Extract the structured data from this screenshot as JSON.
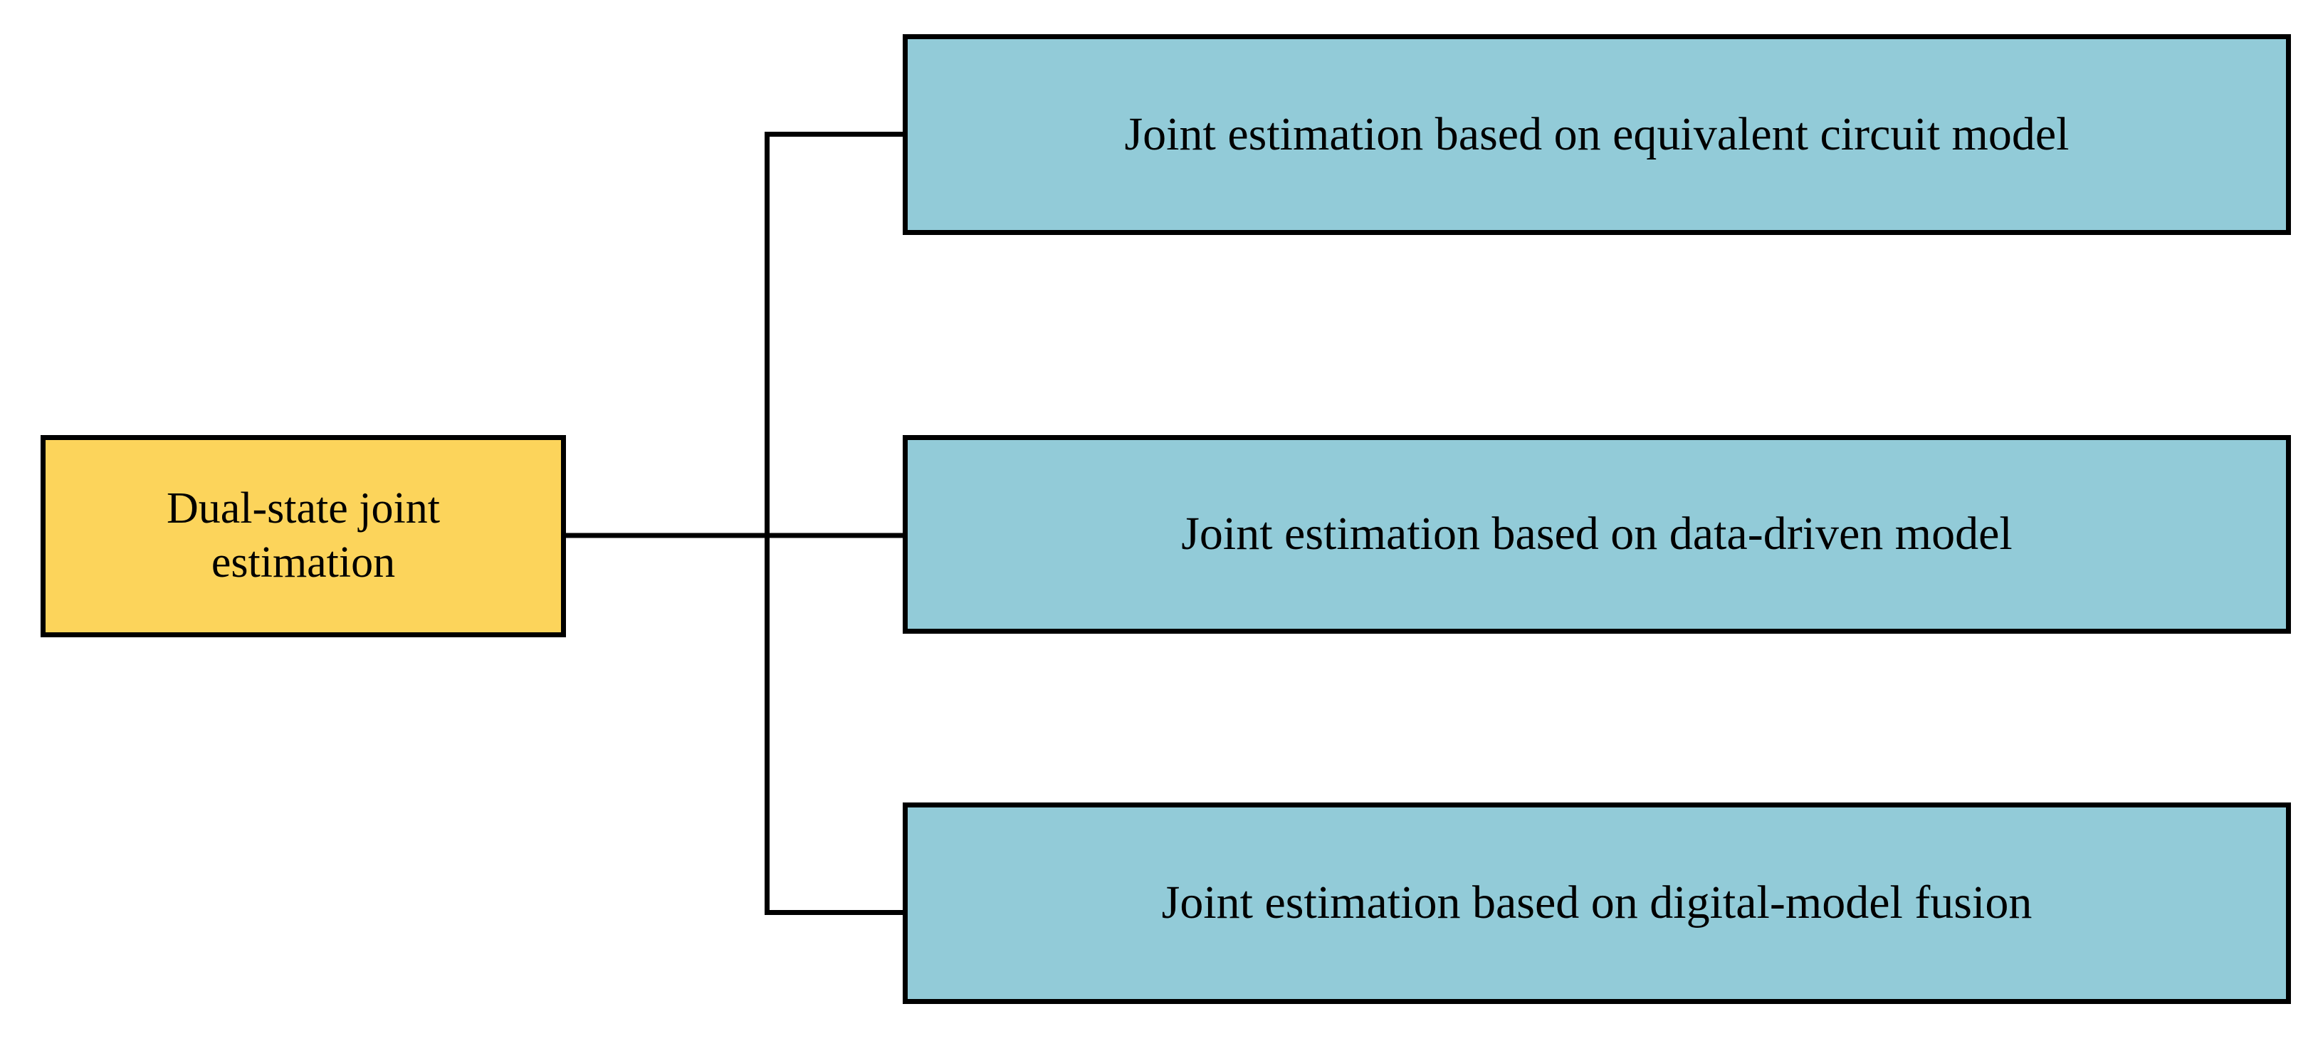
{
  "diagram": {
    "type": "tree-hierarchy",
    "orientation": "left-to-right",
    "background_color": "#FFFFFF",
    "root": {
      "label": "Dual-state joint\nestimation",
      "fill_color": "#FCD45B",
      "border_color": "#000000",
      "text_color": "#000000"
    },
    "branches": [
      {
        "id": "equivalent-circuit-model",
        "label": "Joint estimation based on equivalent circuit model",
        "fill_color": "#92CBD8",
        "border_color": "#000000",
        "text_color": "#000000"
      },
      {
        "id": "data-driven-model",
        "label": "Joint estimation based on data-driven model",
        "fill_color": "#92CBD8",
        "border_color": "#000000",
        "text_color": "#000000"
      },
      {
        "id": "digital-model-fusion",
        "label": "Joint estimation based on digital-model fusion",
        "fill_color": "#92CBD8",
        "border_color": "#000000",
        "text_color": "#000000"
      }
    ],
    "connector": {
      "color": "#000000",
      "stroke_width": 7
    }
  }
}
